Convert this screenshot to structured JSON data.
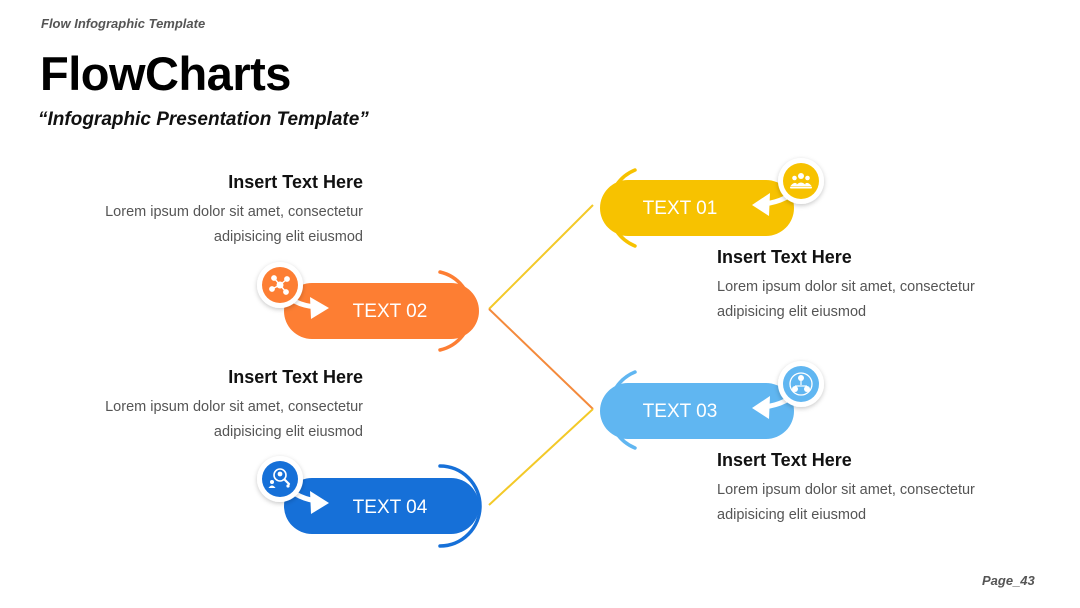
{
  "header": {
    "top_label": "Flow Infographic Template",
    "title": "FlowCharts",
    "subtitle": "“Infographic Presentation Template”"
  },
  "footer": {
    "page": "Page_43"
  },
  "colors": {
    "yellow": "#F7C200",
    "orange": "#FD7E33",
    "light_blue": "#60B6F1",
    "dark_blue": "#1670D8",
    "connector_yellow": "#F3C928",
    "connector_orange": "#F48A3C"
  },
  "nodes": [
    {
      "id": "01",
      "label": "TEXT 01",
      "icon": "team-icon",
      "color": "#F7C200"
    },
    {
      "id": "02",
      "label": "TEXT 02",
      "icon": "network-icon",
      "color": "#FD7E33"
    },
    {
      "id": "03",
      "label": "TEXT 03",
      "icon": "hierarchy-icon",
      "color": "#60B6F1"
    },
    {
      "id": "04",
      "label": "TEXT 04",
      "icon": "people-search-icon",
      "color": "#1670D8"
    }
  ],
  "text_blocks": [
    {
      "heading": "Insert Text Here",
      "line1": "Lorem ipsum dolor sit amet, consectetur",
      "line2": "adipisicing elit eiusmod"
    },
    {
      "heading": "Insert Text Here",
      "line1": "Lorem ipsum dolor sit amet, consectetur",
      "line2": "adipisicing elit eiusmod"
    },
    {
      "heading": "Insert Text Here",
      "line1": "Lorem ipsum dolor sit amet, consectetur",
      "line2": "adipisicing elit eiusmod"
    },
    {
      "heading": "Insert Text Here",
      "line1": "Lorem ipsum dolor sit amet, consectetur",
      "line2": "adipisicing elit eiusmod"
    }
  ]
}
